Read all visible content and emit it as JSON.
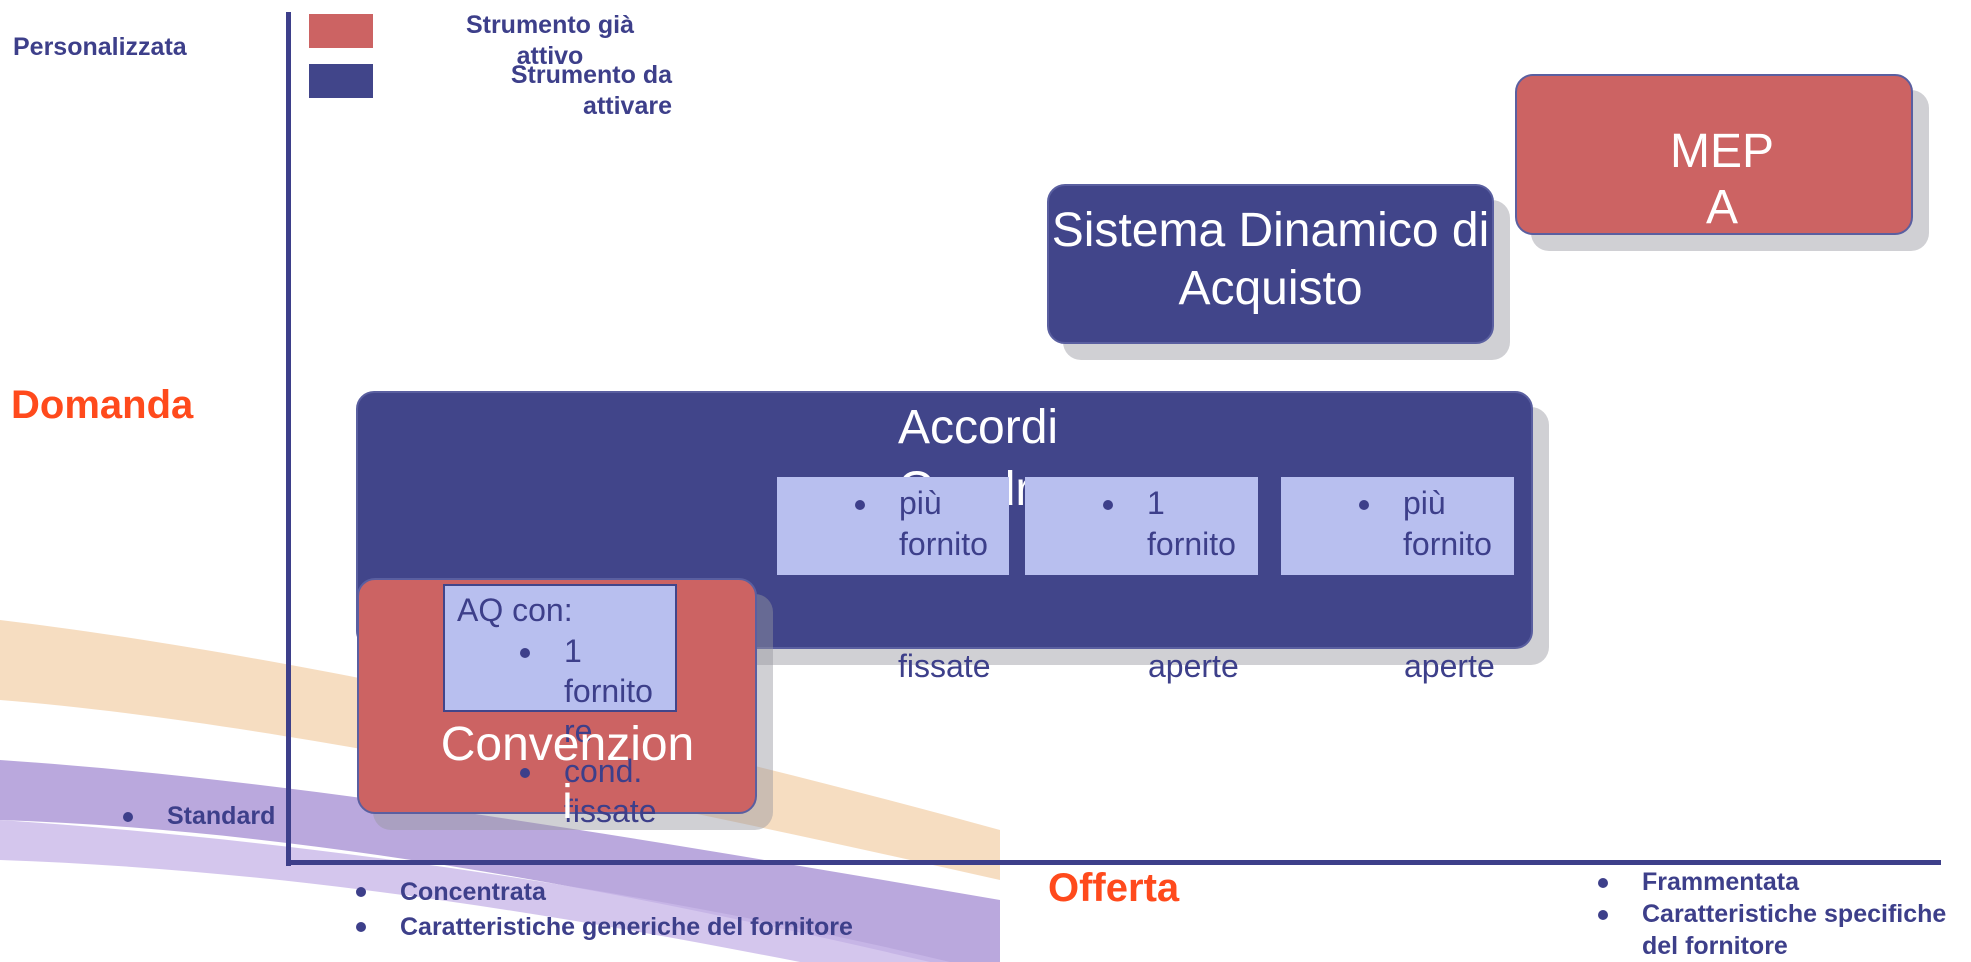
{
  "legend": {
    "active_label": "Strumento già attivo",
    "to_activate_label": "Strumento da attivare",
    "active_color": "#cc6363",
    "to_activate_color": "#41458a"
  },
  "y_axis": {
    "title": "Domanda",
    "top_label": "Personalizzata",
    "bottom_label": "Standard"
  },
  "x_axis": {
    "title": "Offerta",
    "left_items": [
      "Concentrata",
      "Caratteristiche generiche del fornitore"
    ],
    "right_items": [
      "Frammentata",
      "Caratteristiche specifiche del fornitore"
    ]
  },
  "boxes": {
    "mepa": "MEPA",
    "sistema_dinamico": "Sistema Dinamico di Acquisto",
    "accordi_quadro": "Accordi Quadro",
    "convenzioni": "Convenzioni"
  },
  "aq_options": [
    {
      "line1": "più",
      "line2": "fornito",
      "line4": "fissate"
    },
    {
      "line1": "1",
      "line2": "fornito",
      "line4": "aperte"
    },
    {
      "line1": "più",
      "line2": "fornito",
      "line4": "aperte"
    }
  ],
  "aq_con": {
    "title": "AQ con:",
    "line1": "1",
    "line2": "fornito",
    "line3": "re",
    "line4": "cond.",
    "line5": "fissate"
  }
}
